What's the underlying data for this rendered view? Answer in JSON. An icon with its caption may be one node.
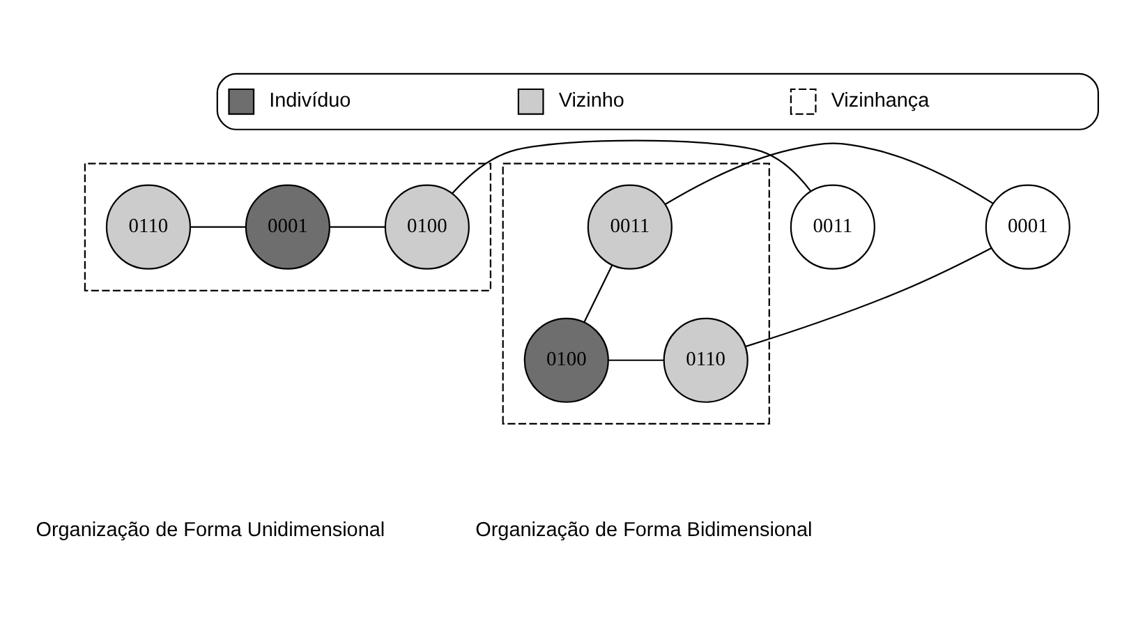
{
  "diagram": {
    "nodes": [
      {
        "text": [],
        "shape": "box"
      },
      {
        "text": [
          "0110"
        ],
        "in": 0
      },
      {
        "text": [
          "0001"
        ],
        "in": 0
      },
      {
        "text": [
          "0100"
        ],
        "in": 0
      },
      {
        "text": [
          "0011"
        ]
      },
      {
        "text": [],
        "shape": "box"
      },
      {
        "text": [
          "0001"
        ]
      },
      {
        "text": [
          "0011"
        ],
        "in": 5
      },
      {
        "text": [
          "0110"
        ],
        "in": 5
      },
      {
        "text": [
          "0100"
        ],
        "in": 5
      }
    ],
    "edges": [
      {
        "from": 1,
        "to": 2,
        "arrow": "none"
      },
      {
        "from": 2,
        "to": 3,
        "arrow": "none"
      },
      {
        "from": 3,
        "to": 4,
        "arrow": "none"
      },
      {
        "from": 6,
        "to": 7,
        "arrow": "none"
      },
      {
        "from": 6,
        "to": 8,
        "arrow": "none"
      },
      {
        "from": 7,
        "to": 9,
        "arrow": "none"
      },
      {
        "from": 8,
        "to": 9,
        "arrow": "none"
      }
    ],
    "labels": [
      "Organização de Forma Unidimensional",
      "Organização de Forma Bidimensional"
    ],
    "legend": [
      {
        "text": "Indivíduo",
        "color": "#6e6e6e"
      },
      {
        "text": "Vizinho",
        "color": "#cccccc"
      },
      {
        "text": "Vizinhança"
      }
    ]
  }
}
